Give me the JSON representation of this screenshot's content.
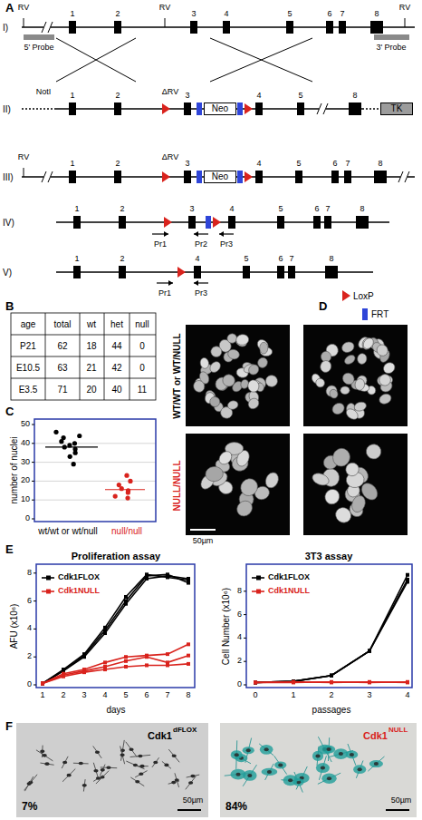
{
  "diagram": {
    "nodes": [
      {
        "text": [
          "Neo"
        ]
      },
      {
        "text": [
          "TK"
        ]
      },
      {
        "text": [
          "Neo"
        ]
      }
    ],
    "labels": [
      "A",
      "I)",
      "RV",
      "RV",
      "RV",
      "1",
      "2",
      "3",
      "4",
      "5",
      "6",
      "7",
      "8",
      "5' Probe",
      "3' Probe",
      "II)",
      "NotI",
      "ΔRV",
      "1",
      "2",
      "3",
      "4",
      "5",
      "8",
      "III)",
      "RV",
      "ΔRV",
      "1",
      "2",
      "3",
      "4",
      "5",
      "6",
      "7",
      "8",
      "IV)",
      "1",
      "2",
      "3",
      "4",
      "5",
      "6",
      "7",
      "8",
      "Pr1",
      "Pr2",
      "Pr3",
      "V)",
      "1",
      "2",
      "4",
      "5",
      "6",
      "7",
      "8",
      "Pr1",
      "Pr3",
      "B",
      "age",
      "total",
      "wt",
      "het",
      "null",
      "P21",
      "62",
      "18",
      "44",
      "0",
      "E10.5",
      "63",
      "21",
      "42",
      "0",
      "E3.5",
      "71",
      "20",
      "40",
      "11",
      "C",
      "number of nuclei",
      "0",
      "10",
      "20",
      "30",
      "40",
      "50",
      "wt/wt or wt/null",
      "null/null",
      "D",
      "WT/WT or WT/NULL",
      "NULL/NULL",
      "50µm",
      "E",
      "Proliferation assay",
      "3T3 assay",
      "AFU (x10⁶)",
      "0",
      "2",
      "4",
      "6",
      "8",
      "1",
      "2",
      "3",
      "4",
      "5",
      "6",
      "7",
      "8",
      "days",
      "Cell Number (x10⁶)",
      "0",
      "2",
      "4",
      "6",
      "8",
      "0",
      "1",
      "2",
      "3",
      "4",
      "passages",
      "F",
      "7%",
      "84%",
      "50µm",
      "50µm",
      "Cdk1",
      "dFLOX",
      "Cdk1",
      "NULL"
    ],
    "legend": [
      {
        "text": "LoxP"
      },
      {
        "text": "FRT",
        "color": "#2f45d8"
      },
      {
        "text": "Cdk1FLOX"
      },
      {
        "text": "Cdk1NULL"
      },
      {
        "text": "Cdk1FLOX"
      },
      {
        "text": "Cdk1NULL"
      }
    ]
  }
}
